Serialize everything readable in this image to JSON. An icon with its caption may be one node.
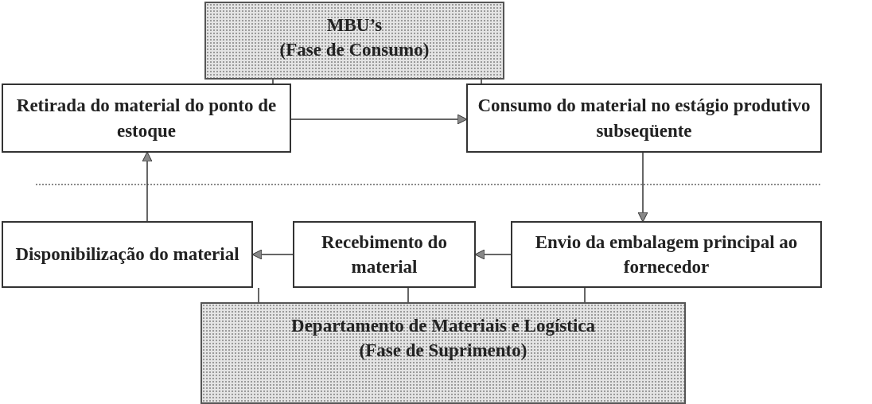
{
  "diagram": {
    "nodes": [
      {
        "text": [
          "MBU’s",
          "(Fase de Consumo)"
        ]
      },
      {
        "text": [
          "Retirada do material do ponto de estoque"
        ]
      },
      {
        "text": [
          "Consumo do material no estágio produtivo subseqüente"
        ]
      },
      {
        "text": [
          "Disponibilização do material"
        ]
      },
      {
        "text": [
          "Recebimento do material"
        ]
      },
      {
        "text": [
          "Envio da embalagem principal ao fornecedor"
        ]
      },
      {
        "text": [
          "Departamento de Materiais e Logística",
          "(Fase de Suprimento)"
        ]
      }
    ],
    "edges": [
      {
        "from": 0,
        "to": 1,
        "arrow": "none"
      },
      {
        "from": 0,
        "to": 2,
        "arrow": "none"
      },
      {
        "from": 1,
        "to": 2,
        "arrow": "to"
      },
      {
        "from": 2,
        "to": 5,
        "arrow": "to"
      },
      {
        "from": 5,
        "to": 4,
        "arrow": "to"
      },
      {
        "from": 4,
        "to": 3,
        "arrow": "to"
      },
      {
        "from": 3,
        "to": 1,
        "arrow": "to"
      },
      {
        "from": 3,
        "to": 6,
        "arrow": "none"
      },
      {
        "from": 4,
        "to": 6,
        "arrow": "none"
      },
      {
        "from": 5,
        "to": 6,
        "arrow": "none"
      }
    ]
  }
}
